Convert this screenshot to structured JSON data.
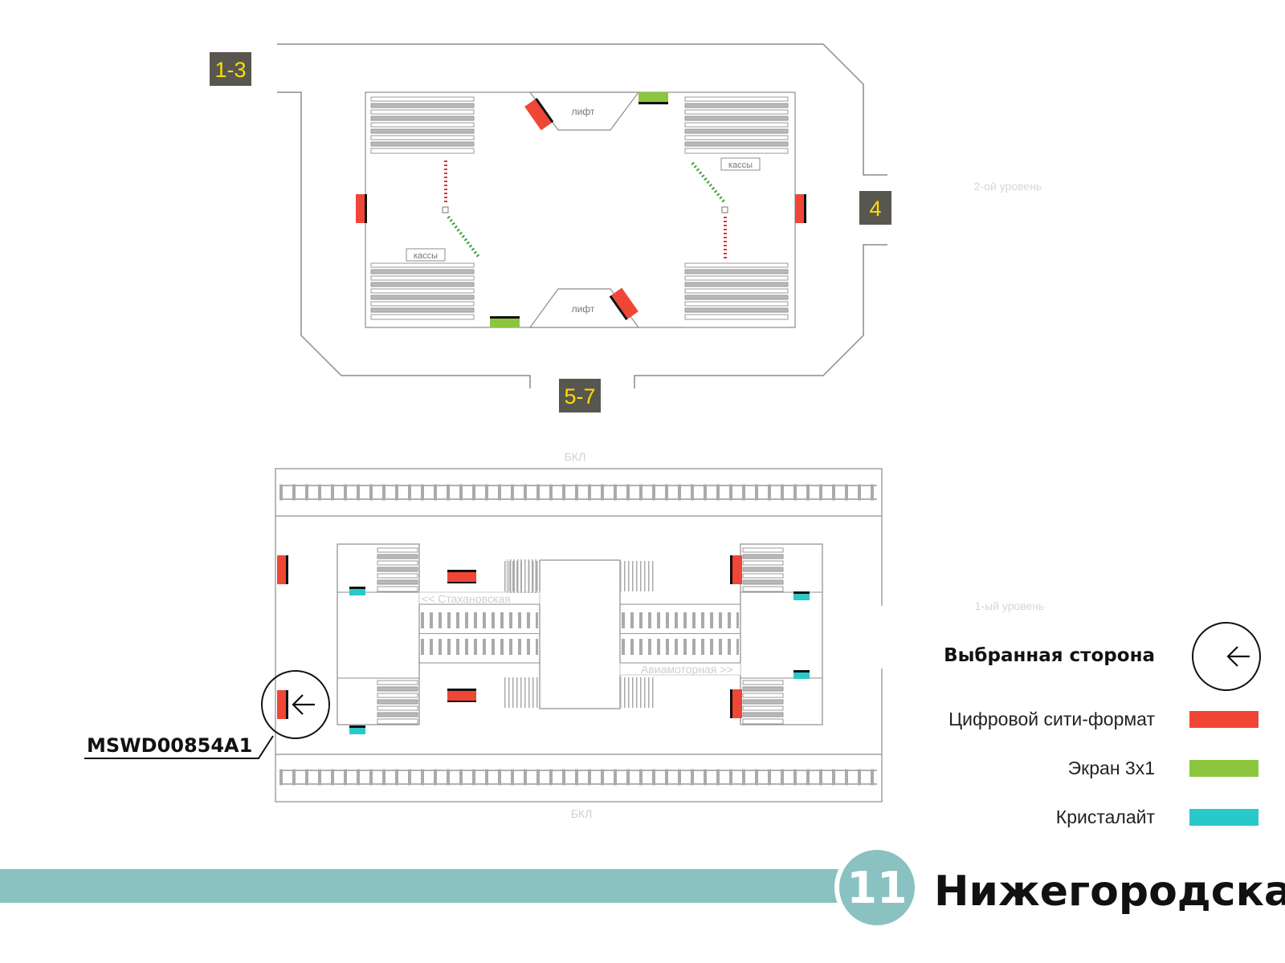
{
  "upper_level": {
    "label": "2-ой уровень",
    "exits": {
      "left": "1-3",
      "right": "4",
      "bottom": "5-7"
    },
    "elevator_label": "лифт",
    "ticket_label": "кассы"
  },
  "lower_level": {
    "label": "1-ый уровень",
    "line_label_top": "БКЛ",
    "line_label_bottom": "БКЛ",
    "direction_left": "<< Стахановская",
    "direction_right": "Авиамоторная >>",
    "selected_panel_id": "MSWD00854A1"
  },
  "legend": {
    "selected_side": "Выбранная сторона",
    "items": [
      {
        "label": "Цифровой сити-формат",
        "color": "#ef4636"
      },
      {
        "label": "Экран 3х1",
        "color": "#8cc63f"
      },
      {
        "label": "Кристалайт",
        "color": "#29c9c9"
      }
    ]
  },
  "station": {
    "line_number": "11",
    "name": "Нижегородская",
    "line_color": "#89c2c0"
  },
  "colors": {
    "exit_badge_bg": "#58574f",
    "exit_badge_text": "#ffdd00",
    "outline": "#8c8c8c",
    "track": "#aaaaaa"
  }
}
